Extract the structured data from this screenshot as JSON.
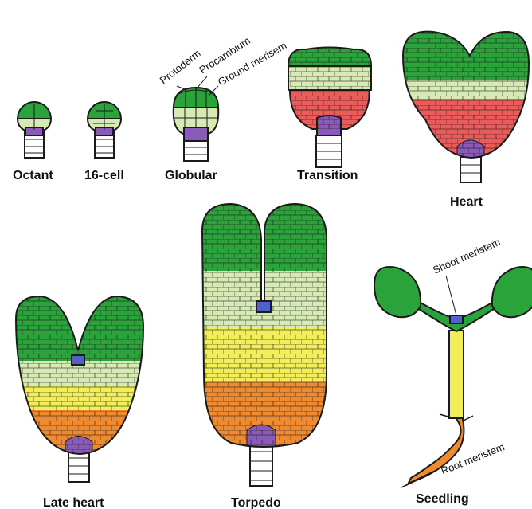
{
  "stages": {
    "octant": "Octant",
    "cell16": "16-cell",
    "globular": "Globular",
    "transition": "Transition",
    "heart": "Heart",
    "late_heart": "Late heart",
    "torpedo": "Torpedo",
    "seedling": "Seedling"
  },
  "parts": {
    "protoderm": "Protoderm",
    "procambium": "Procambium",
    "ground": "Ground merisem",
    "shoot": "Shoot meristem",
    "root": "Root meristem"
  },
  "colors": {
    "dark_green": "#2aa33a",
    "light_green": "#d7eab4",
    "red": "#ec5a5a",
    "yellow": "#f2ee57",
    "orange": "#f08a2e",
    "purple": "#8a5ab8",
    "blue": "#5062c8",
    "outline": "#1a1a1a"
  }
}
